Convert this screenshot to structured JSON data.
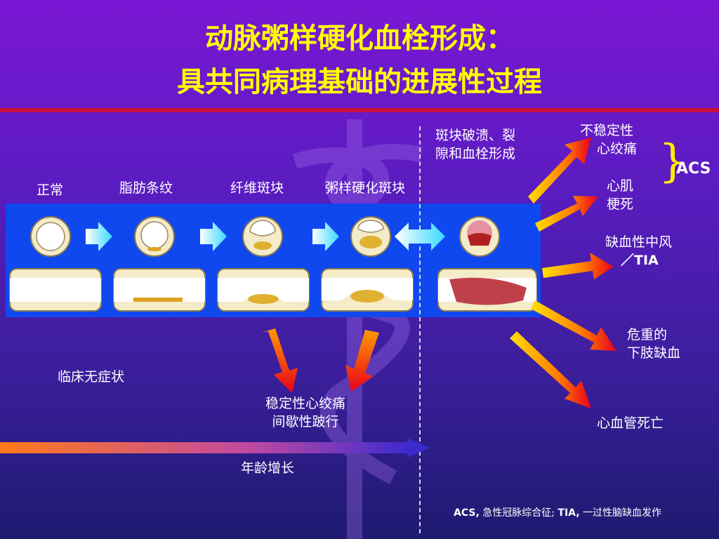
{
  "title": {
    "line1": "动脉粥样硬化血栓形成：",
    "line2": "具共同病理基础的进展性过程"
  },
  "stages": [
    "正常",
    "脂肪条纹",
    "纤维斑块",
    "粥样硬化斑块"
  ],
  "rupture": {
    "line1": "斑块破溃、裂",
    "line2": "隙和血栓形成"
  },
  "outcomes": {
    "unstable_angina": {
      "line1": "不稳定性",
      "line2": "心绞痛"
    },
    "mi": {
      "line1": "心肌",
      "line2": "梗死"
    },
    "stroke": {
      "line1": "缺血性中风",
      "line2": "／TIA"
    },
    "limb": {
      "line1": "危重的",
      "line2": "下肢缺血"
    },
    "cv_death": "心血管死亡"
  },
  "acs_label": "ACS",
  "asymptomatic": "临床无症状",
  "stable": {
    "line1": "稳定性心绞痛",
    "line2": "间歇性跛行"
  },
  "age": "年龄增长",
  "footnote": {
    "acs_abbr": "ACS,",
    "acs_def": " 急性冠脉综合征; ",
    "tia_abbr": "TIA,",
    "tia_def": " 一过性脑缺血发作"
  }
}
